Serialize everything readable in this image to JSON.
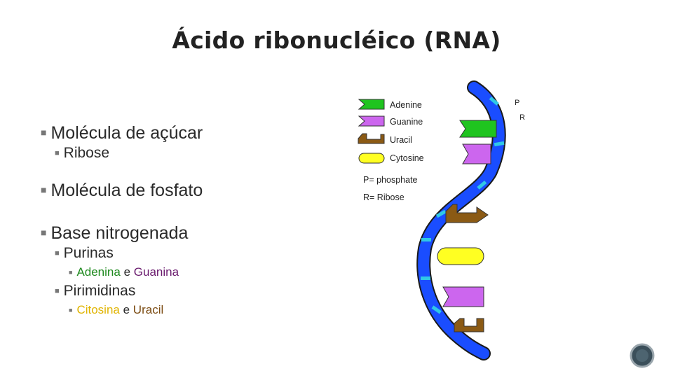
{
  "title": "Ácido ribonucléico (RNA)",
  "bullets": {
    "item1": "Molécula de açúcar",
    "item1_sub": "Ribose",
    "item2": "Molécula de fosfato",
    "item3": "Base nitrogenada",
    "item3_sub1": "Purinas",
    "purinas_a": "Adenina",
    "purinas_join": "e",
    "purinas_b": "Guanina",
    "item3_sub2": "Pirimidinas",
    "pirimidinas_a": "Citosina",
    "pirimidinas_join": "e",
    "pirimidinas_b": "Uracil"
  },
  "diagram": {
    "legend": [
      "Adenine",
      "Guanine",
      "Uracil",
      "Cytosine",
      "P= phosphate",
      "R= Ribose"
    ],
    "p_label": "P",
    "r_label": "R",
    "colors": {
      "adenine": "#1fc41f",
      "guanine": "#cc66ee",
      "uracil": "#8b5a14",
      "cytosine": "#ffff22",
      "backbone": "#1a4dff",
      "phosphate": "#30c8e6"
    }
  },
  "nav_icon": "nav-circle-icon"
}
